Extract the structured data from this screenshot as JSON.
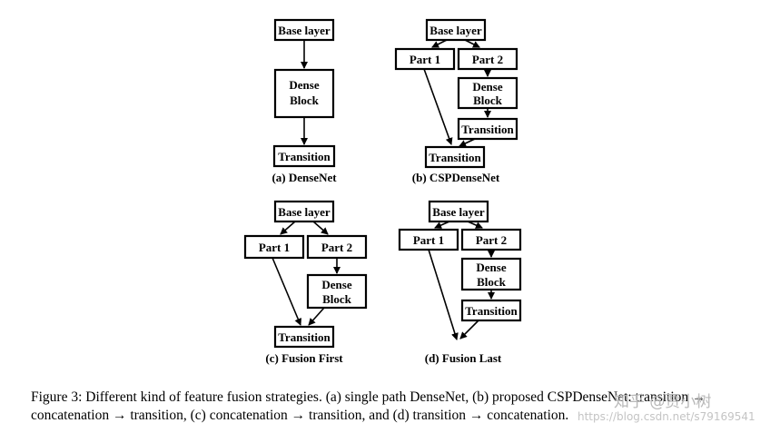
{
  "colors": {
    "stroke": "#000000",
    "fill": "#ffffff",
    "watermark": "#b8b8b8"
  },
  "icons": {
    "arrowhead": "arrowhead-icon"
  },
  "panels": {
    "a": {
      "caption": "(a) DenseNet",
      "base": "Base layer",
      "dense_line1": "Dense",
      "dense_line2": "Block",
      "transition": "Transition"
    },
    "b": {
      "caption": "(b) CSPDenseNet",
      "base": "Base layer",
      "part1": "Part 1",
      "part2": "Part 2",
      "dense_line1": "Dense",
      "dense_line2": "Block",
      "transition_inner": "Transition",
      "transition_final": "Transition"
    },
    "c": {
      "caption": "(c) Fusion First",
      "base": "Base layer",
      "part1": "Part 1",
      "part2": "Part 2",
      "dense_line1": "Dense",
      "dense_line2": "Block",
      "transition": "Transition"
    },
    "d": {
      "caption": "(d) Fusion Last",
      "base": "Base layer",
      "part1": "Part 1",
      "part2": "Part 2",
      "dense_line1": "Dense",
      "dense_line2": "Block",
      "transition": "Transition"
    }
  },
  "figure_caption": "Figure 3: Different kind of feature fusion strategies. (a) single path DenseNet, (b) proposed CSPDenseNet: transition → concatenation → transition, (c) concatenation → transition, and (d) transition → concatenation.",
  "watermark": {
    "line1": "知乎 @贾小树",
    "line2": "https://blog.csdn.net/s79169541"
  }
}
